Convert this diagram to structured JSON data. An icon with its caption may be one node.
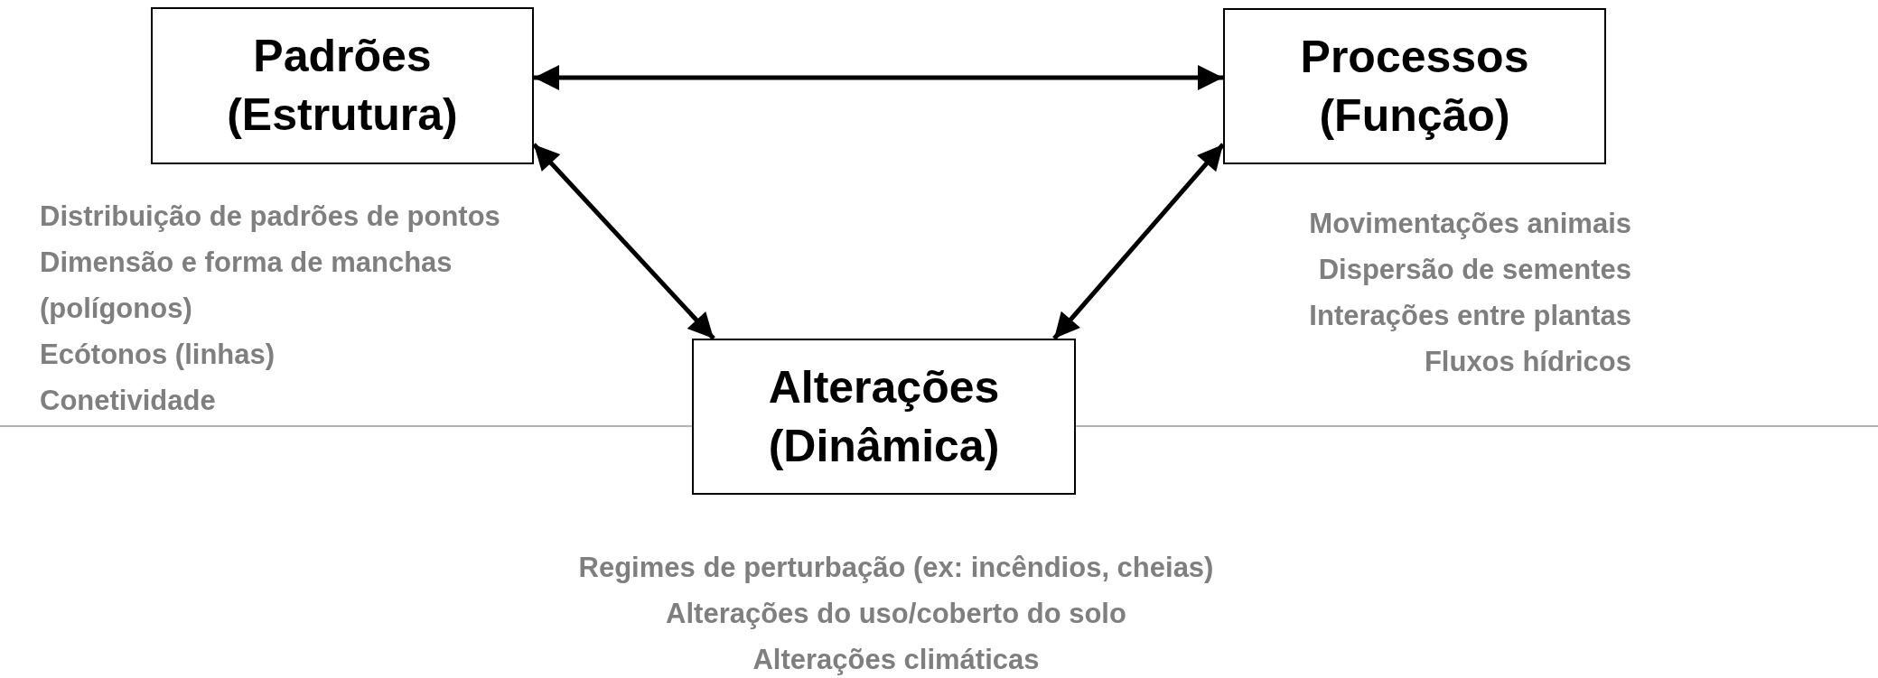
{
  "diagram": {
    "nodes": [
      {
        "text": [
          "Padrões (Estrutura)"
        ],
        "beside": [
          "Distribuição de padrões de pontos",
          "Dimensão e forma de manchas (polígonos)",
          "Ecótonos (linhas)",
          "Conetividade"
        ]
      },
      {
        "text": [
          "Processos (Função)"
        ],
        "beside": [
          "Movimentações animais",
          "Dispersão de sementes",
          "Interações entre plantas",
          "Fluxos hídricos"
        ]
      },
      {
        "text": [
          "Alterações (Dinâmica)"
        ],
        "beside": [
          "Regimes de perturbação (ex: incêndios, cheias)",
          "Alterações do uso/coberto do solo",
          "Alterações climáticas"
        ]
      }
    ],
    "edges": [
      {
        "from": 0,
        "to": 1,
        "arrow": "both"
      },
      {
        "from": 0,
        "to": 2,
        "arrow": "both"
      },
      {
        "from": 1,
        "to": 2,
        "arrow": "both"
      }
    ]
  }
}
